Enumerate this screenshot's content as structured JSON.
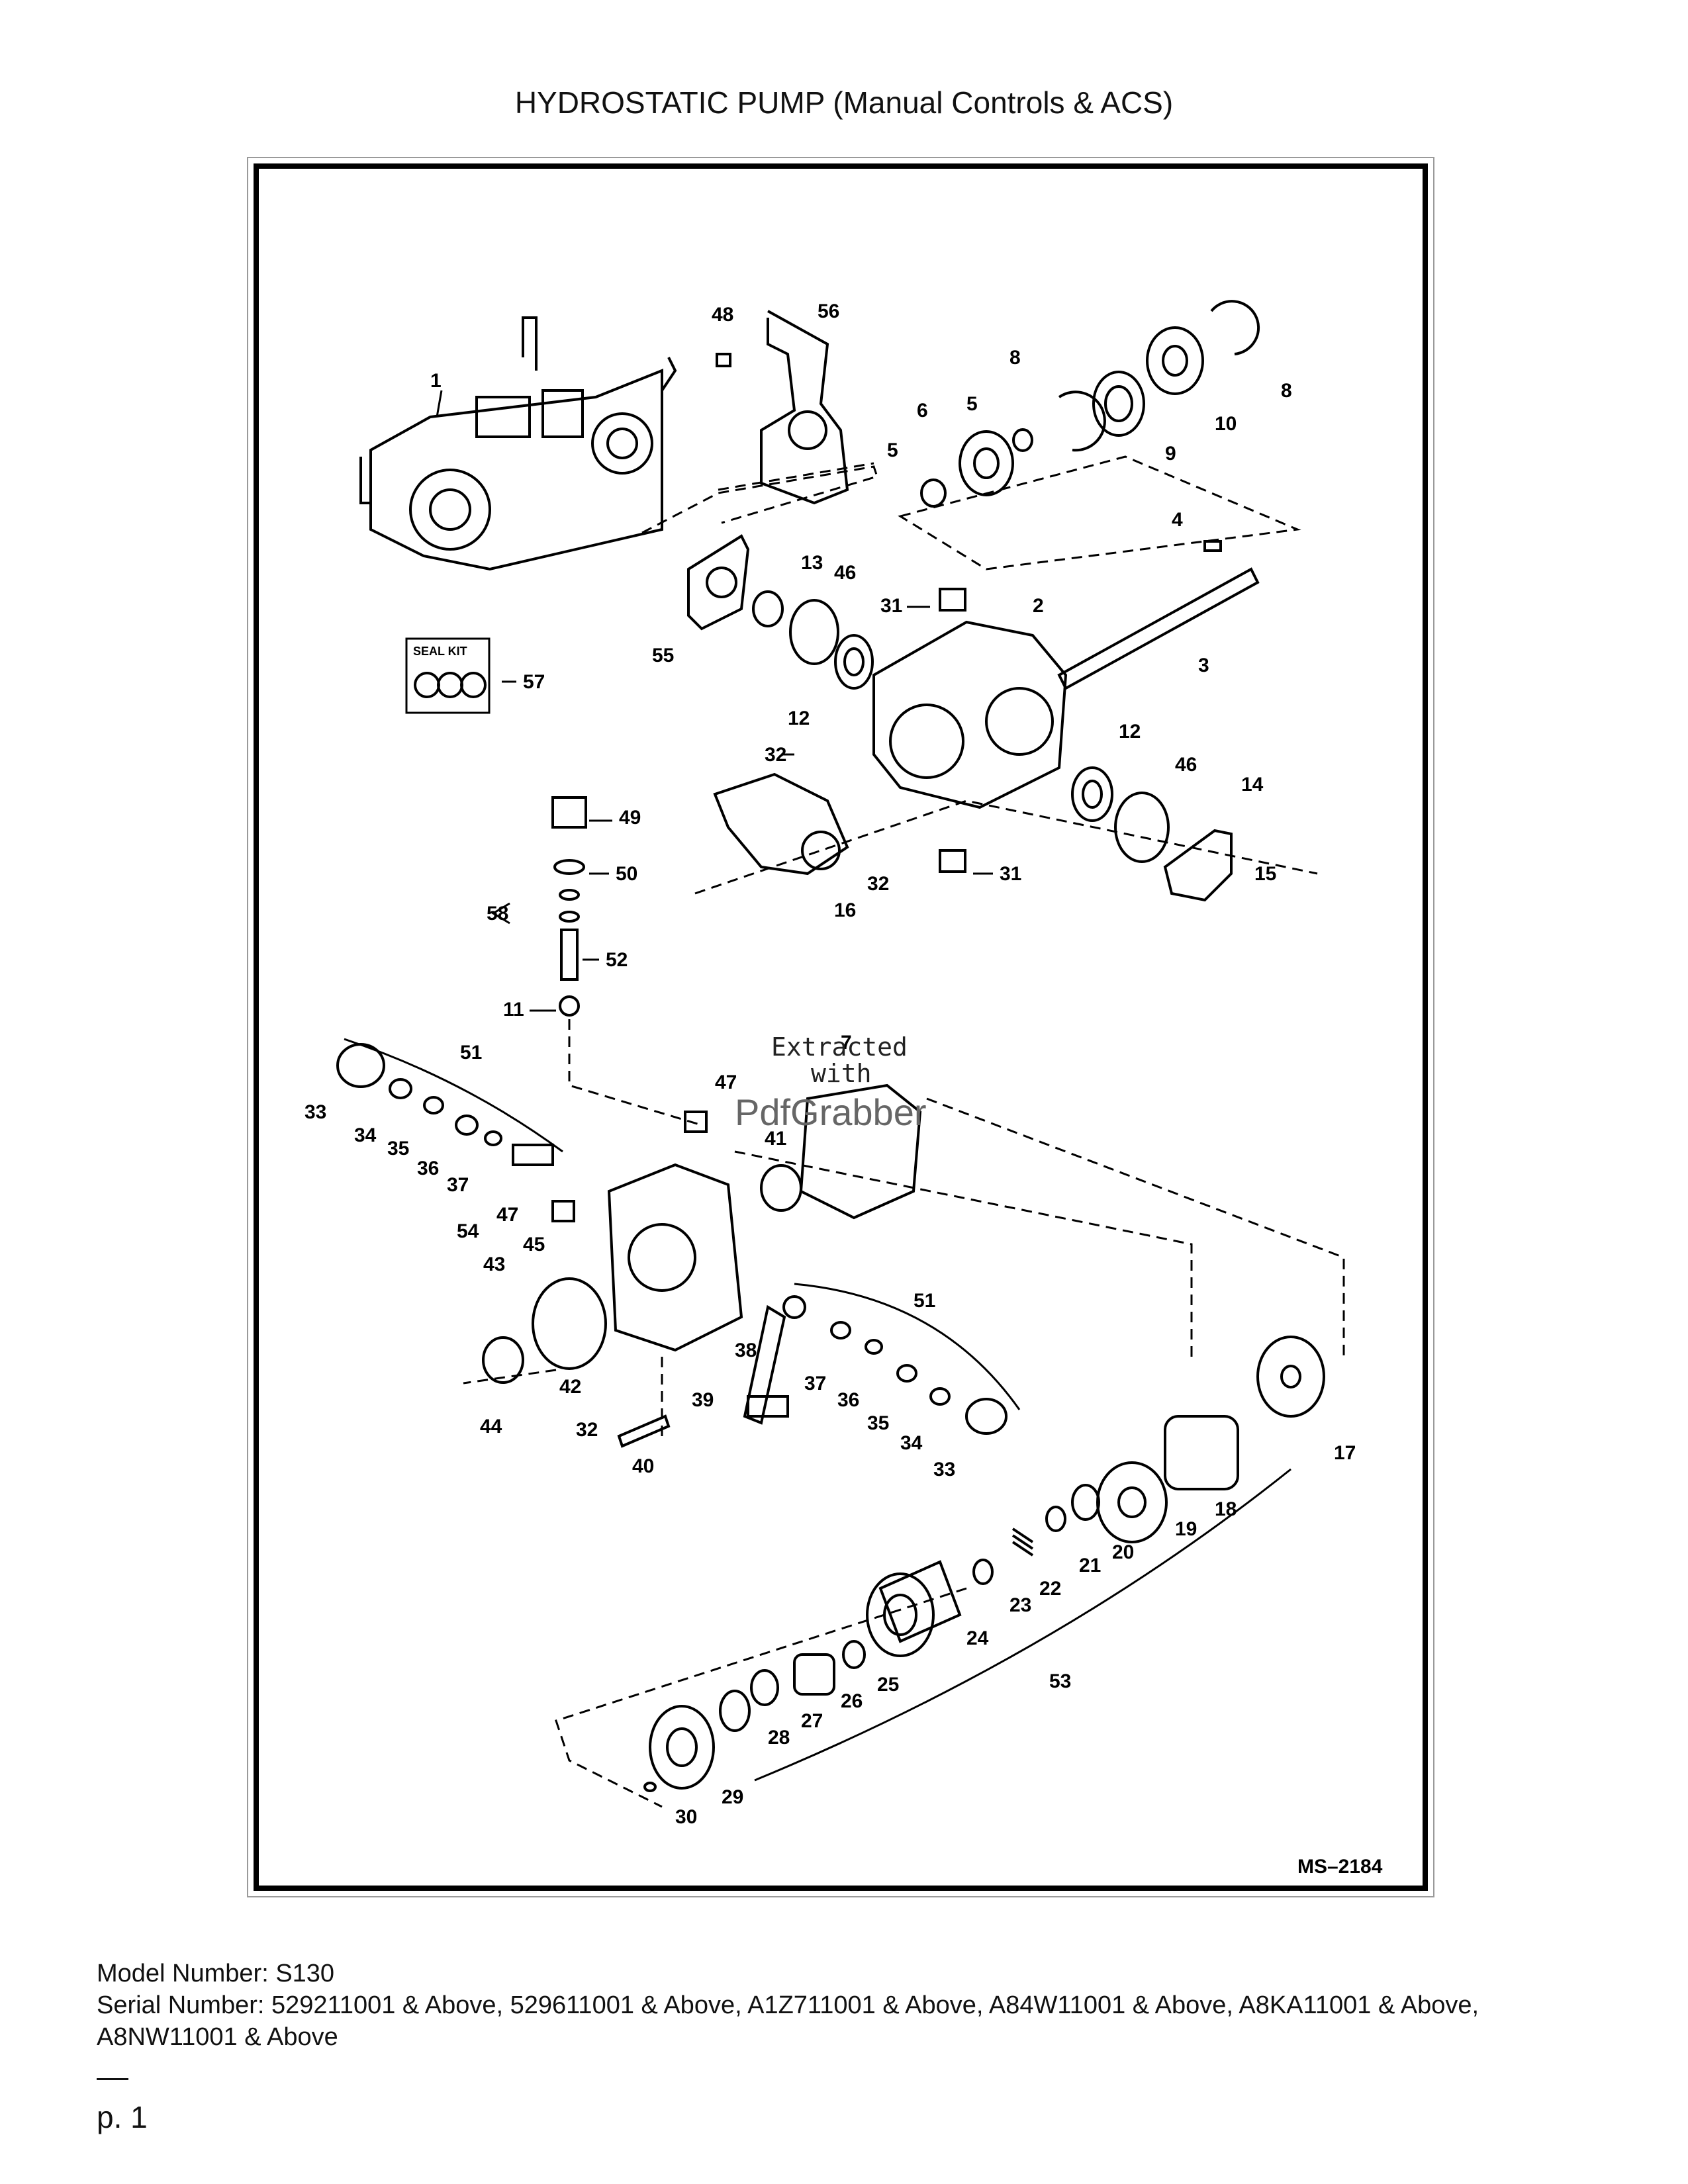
{
  "page_title": "HYDROSTATIC PUMP (Manual Controls & ACS)",
  "diagram": {
    "reference": "MS–2184",
    "seal_kit_label": "SEAL KIT",
    "watermark": {
      "line1": "Extracted",
      "line2": "with",
      "brand": "PdfGrabber"
    },
    "callouts": [
      "1",
      "2",
      "3",
      "4",
      "5",
      "5",
      "6",
      "8",
      "8",
      "9",
      "10",
      "11",
      "12",
      "12",
      "13",
      "14",
      "15",
      "16",
      "17",
      "18",
      "19",
      "20",
      "21",
      "22",
      "23",
      "24",
      "25",
      "26",
      "27",
      "28",
      "29",
      "30",
      "31",
      "31",
      "32",
      "32",
      "32",
      "33",
      "33",
      "34",
      "34",
      "35",
      "35",
      "36",
      "36",
      "37",
      "37",
      "38",
      "39",
      "40",
      "41",
      "42",
      "43",
      "44",
      "45",
      "46",
      "46",
      "47",
      "47",
      "48",
      "49",
      "50",
      "51",
      "51",
      "52",
      "53",
      "54",
      "55",
      "56",
      "57",
      "58",
      "7"
    ]
  },
  "footer": {
    "model_line": "Model Number: S130",
    "serial_line": "Serial Number: 529211001 & Above, 529611001 & Above, A1Z711001 & Above, A84W11001 & Above, A8KA11001 & Above, A8NW11001 & Above",
    "page_number": "p. 1"
  }
}
